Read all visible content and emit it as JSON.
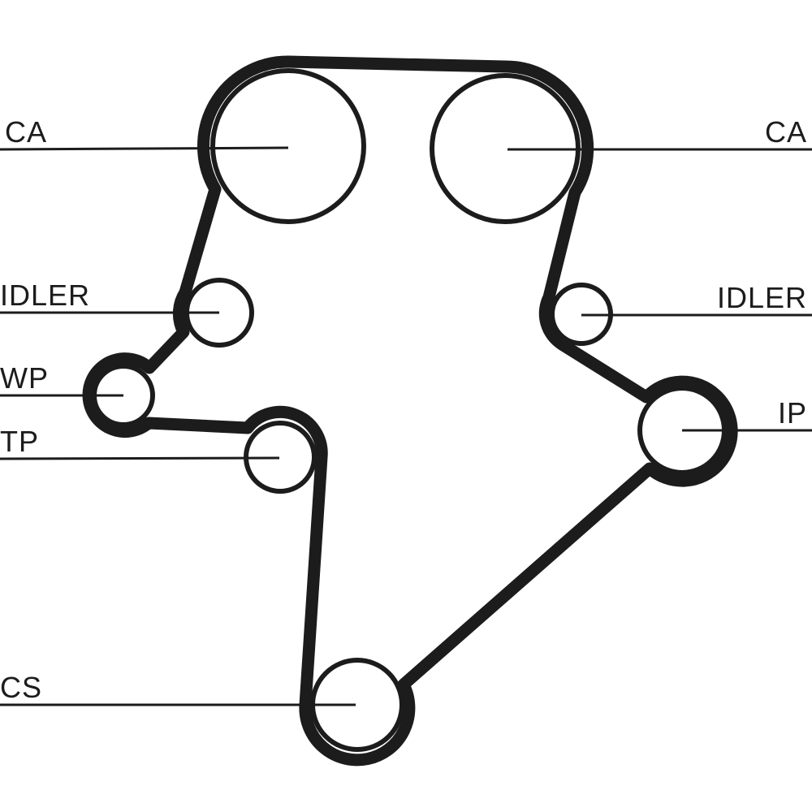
{
  "diagram": {
    "title": "timing-belt-routing-diagram",
    "colors": {
      "line": "#1c1c1c",
      "background": "#ffffff"
    },
    "labels": {
      "ca_left": "CA",
      "ca_right": "CA",
      "idler_left": "IDLER",
      "idler_right": "IDLER",
      "wp": "WP",
      "tp": "TP",
      "ip": "IP",
      "cs": "CS"
    }
  }
}
